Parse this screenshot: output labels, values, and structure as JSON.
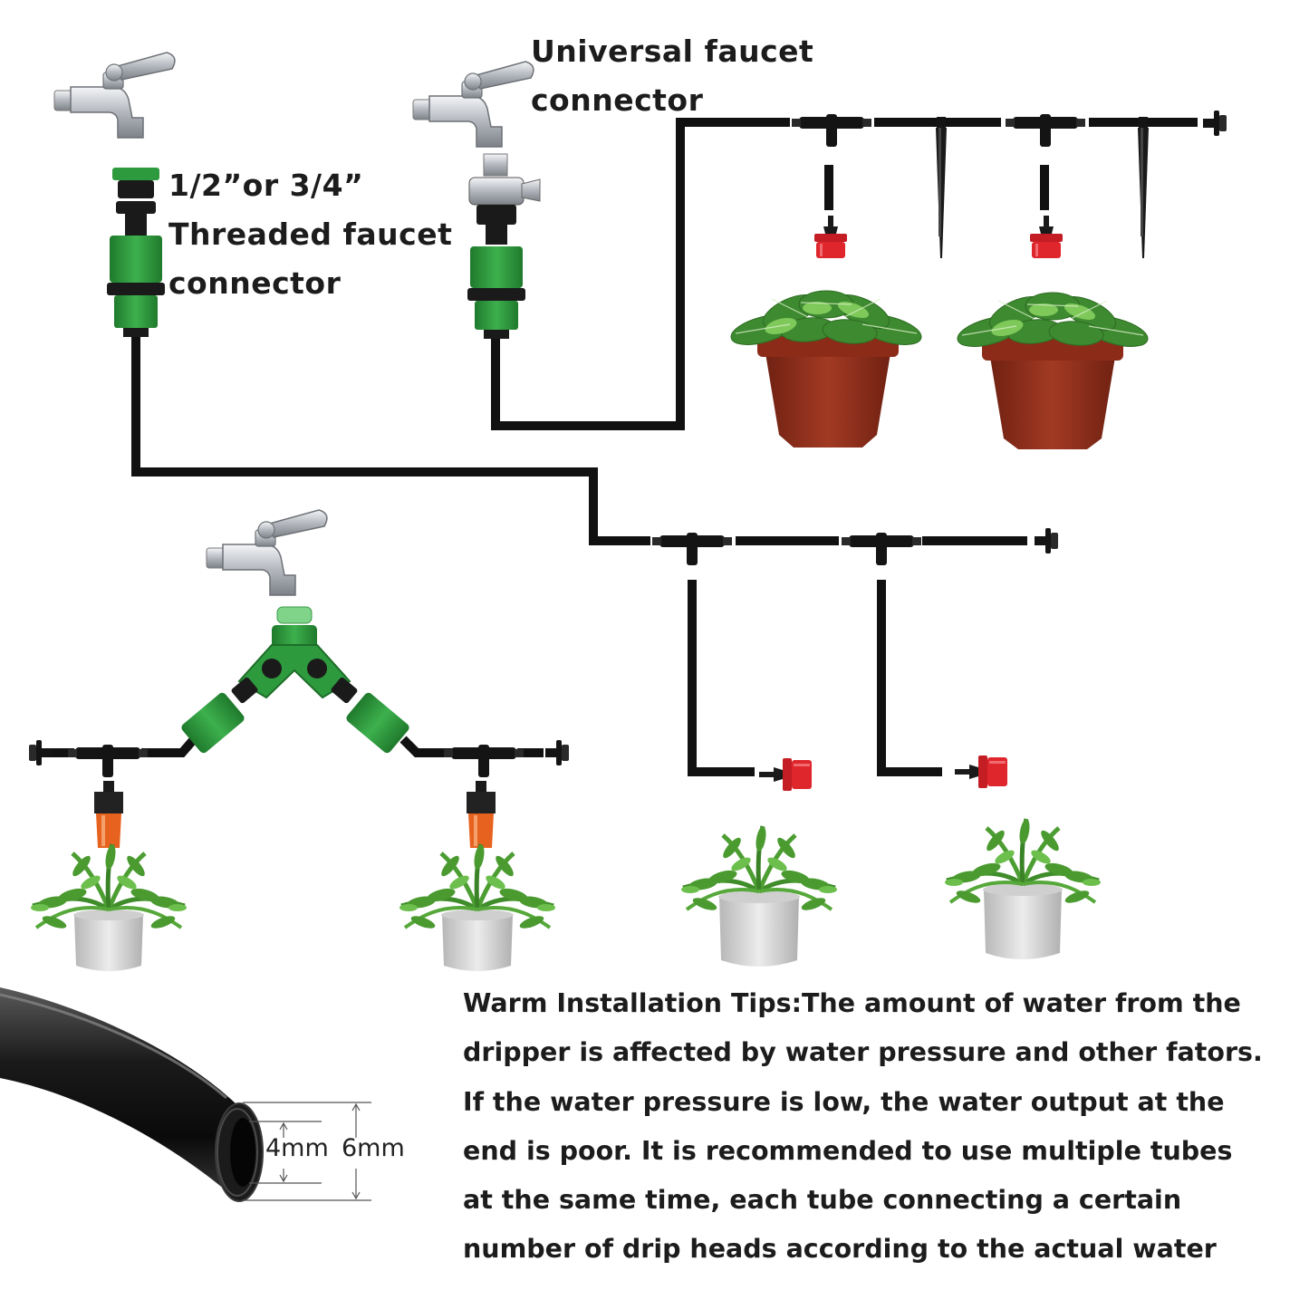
{
  "labels": {
    "threaded_connector": [
      "1/2”or 3/4”",
      "Threaded faucet",
      "connector"
    ],
    "universal_connector": [
      "Universal faucet",
      "connector"
    ]
  },
  "tips": [
    "Warm Installation Tips:The amount of water from the",
    "dripper is affected by water pressure and other fators.",
    "If the water pressure is low, the water output at the",
    "end is poor. It is recommended to use multiple tubes",
    "at the same time, each tube connecting a certain",
    "number of drip heads according to the actual water"
  ],
  "tube_dimensions": {
    "inner": "4mm",
    "outer": "6mm"
  },
  "colors": {
    "tube": "#111111",
    "connector_green": "#2e9a3e",
    "connector_light_green": "#7fd48a",
    "dripper_red": "#d8232a",
    "sprinkler_orange": "#e8621f",
    "terracotta_pot": "#8e2f1c",
    "white_pot": "#d9d9d9",
    "foliage": "#3f8c2a",
    "chrome": "#c9ccd0"
  },
  "icons": [
    "faucet-icon",
    "connector-icon",
    "tee-icon",
    "dripper-icon",
    "stake-icon",
    "end-plug-icon",
    "plant-icon",
    "y-splitter-icon",
    "tube-icon"
  ]
}
